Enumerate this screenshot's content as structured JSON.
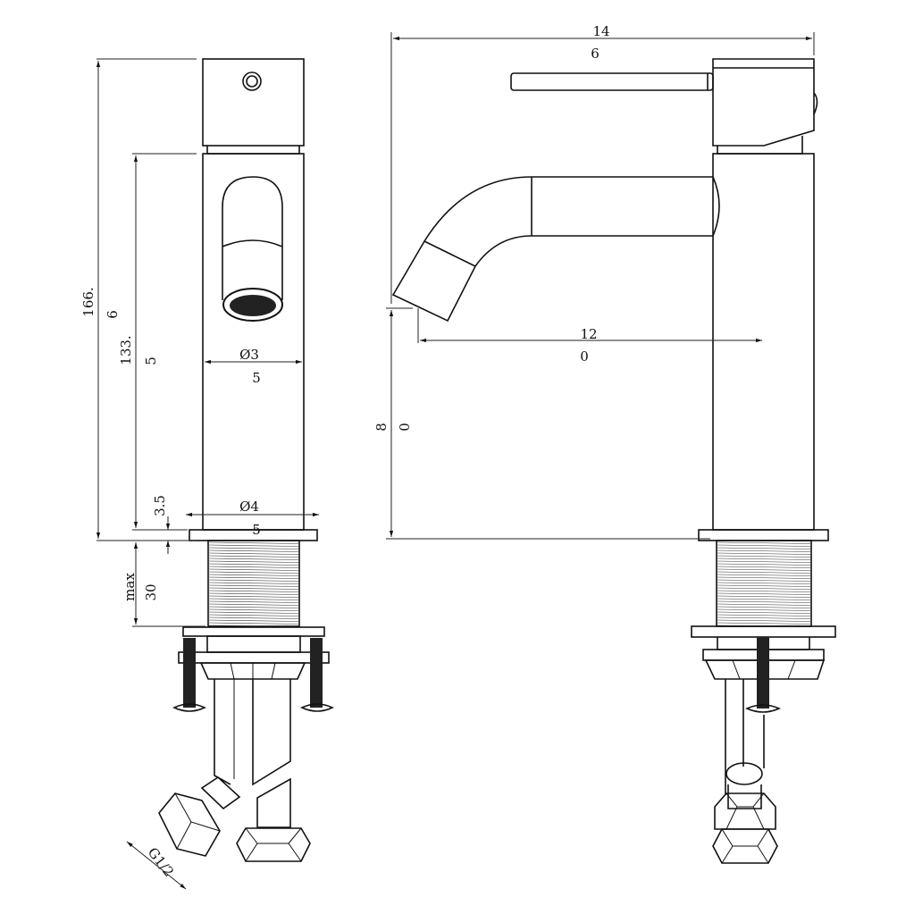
{
  "colors": {
    "line": "#111111",
    "background": "#ffffff"
  },
  "dimensions": {
    "total_height_a": "166.",
    "total_height_b": "6",
    "body_height_a": "133.",
    "body_height_b": "5",
    "body_diameter_a": "Ø3",
    "body_diameter_b": "5",
    "base_diameter_a": "Ø4",
    "base_diameter_b": "5",
    "base_thickness": "3.5",
    "max_label": "max",
    "max_value": "30",
    "overall_width_a": "14",
    "overall_width_b": "6",
    "spout_reach_a": "12",
    "spout_reach_b": "0",
    "spout_height_a": "8",
    "spout_height_b": "0",
    "connection": "G1/2"
  }
}
